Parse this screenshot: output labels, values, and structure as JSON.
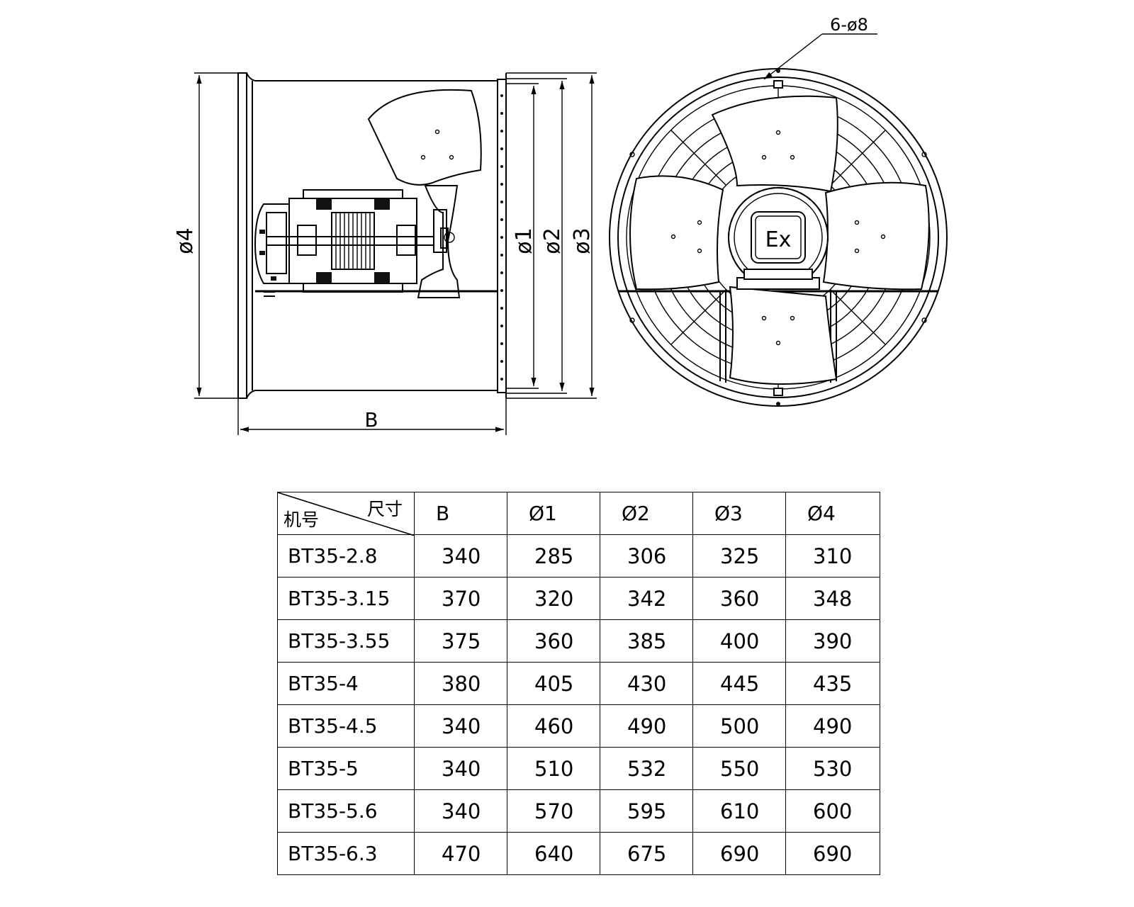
{
  "drawing": {
    "side_view_labels": {
      "d4": "ø4",
      "d1": "ø1",
      "d2": "ø2",
      "d3": "ø3",
      "width": "B"
    },
    "front_view_labels": {
      "holes": "6-ø8",
      "ex_mark": "Ex"
    }
  },
  "table": {
    "corner_top": "尺寸",
    "corner_bottom": "机号",
    "columns": [
      "B",
      "Ø1",
      "Ø2",
      "Ø3",
      "Ø4"
    ],
    "rows": [
      {
        "model": "BT35-2.8",
        "values": [
          "340",
          "285",
          "306",
          "325",
          "310"
        ]
      },
      {
        "model": "BT35-3.15",
        "values": [
          "370",
          "320",
          "342",
          "360",
          "348"
        ]
      },
      {
        "model": "BT35-3.55",
        "values": [
          "375",
          "360",
          "385",
          "400",
          "390"
        ]
      },
      {
        "model": "BT35-4",
        "values": [
          "380",
          "405",
          "430",
          "445",
          "435"
        ]
      },
      {
        "model": "BT35-4.5",
        "values": [
          "340",
          "460",
          "490",
          "500",
          "490"
        ]
      },
      {
        "model": "BT35-5",
        "values": [
          "340",
          "510",
          "532",
          "550",
          "530"
        ]
      },
      {
        "model": "BT35-5.6",
        "values": [
          "340",
          "570",
          "595",
          "610",
          "600"
        ]
      },
      {
        "model": "BT35-6.3",
        "values": [
          "470",
          "640",
          "675",
          "690",
          "690"
        ]
      }
    ]
  }
}
